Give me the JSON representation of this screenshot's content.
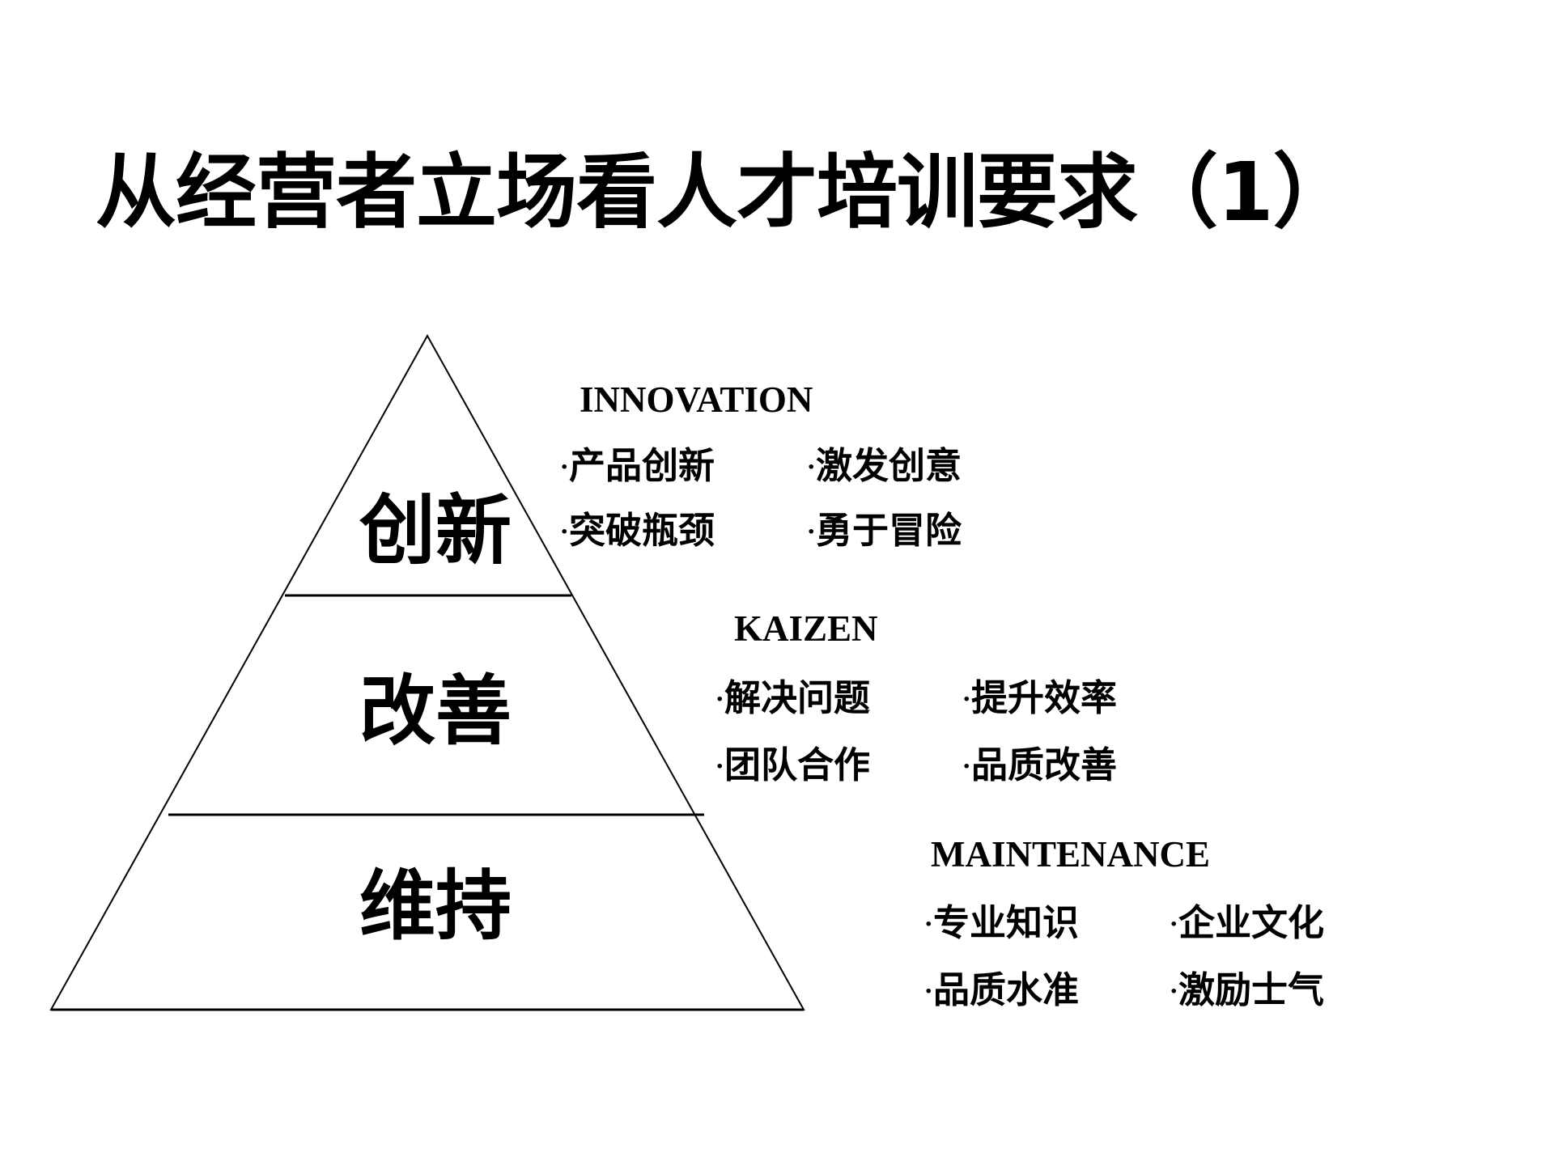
{
  "slide": {
    "title": "从经营者立场看人才培训要求（1）",
    "line_color": "#000000",
    "background": "#ffffff"
  },
  "pyramid": {
    "tiers": [
      {
        "label": "创新"
      },
      {
        "label": "改善"
      },
      {
        "label": "维持"
      }
    ]
  },
  "sections": [
    {
      "heading": "INNOVATION",
      "bullet_marker": "·",
      "items": [
        "产品创新",
        "激发创意",
        "突破瓶颈",
        "勇于冒险"
      ]
    },
    {
      "heading": "KAIZEN",
      "bullet_marker": "·",
      "items": [
        "解决问题",
        "提升效率",
        "团队合作",
        "品质改善"
      ]
    },
    {
      "heading": "MAINTENANCE",
      "bullet_marker": "·",
      "items": [
        "专业知识",
        "企业文化",
        "品质水准",
        "激励士气"
      ]
    }
  ]
}
